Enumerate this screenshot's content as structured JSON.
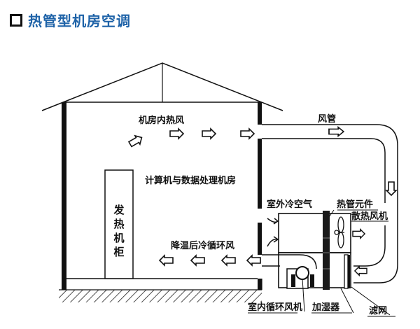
{
  "header": {
    "icon": "hollow-square-bullet-icon",
    "title": "热管型机房空调",
    "title_color": "#1f63a8"
  },
  "diagram": {
    "labels": {
      "hot_air_in_room": "机房内热风",
      "duct": "风管",
      "computer_room": "计算机与数据处理机房",
      "heat_cabinet": [
        "发",
        "热",
        "机",
        "柜"
      ],
      "outdoor_cold_air": "室外冷空气",
      "heat_pipe_element": "热管元件",
      "cooling_fan": "散热风机",
      "cooled_return_air": "降温后冷循环风",
      "indoor_circulation_fan": "室内循环风机",
      "humidifier": "加湿器",
      "filter": "滤网"
    },
    "arrows": {
      "hot_air": [
        "up-right",
        "right",
        "right",
        "right"
      ],
      "duct": [
        "right",
        "down"
      ],
      "cold_air": [
        "left",
        "left",
        "left",
        "left"
      ],
      "exhaust": [
        "right",
        "left"
      ]
    }
  }
}
